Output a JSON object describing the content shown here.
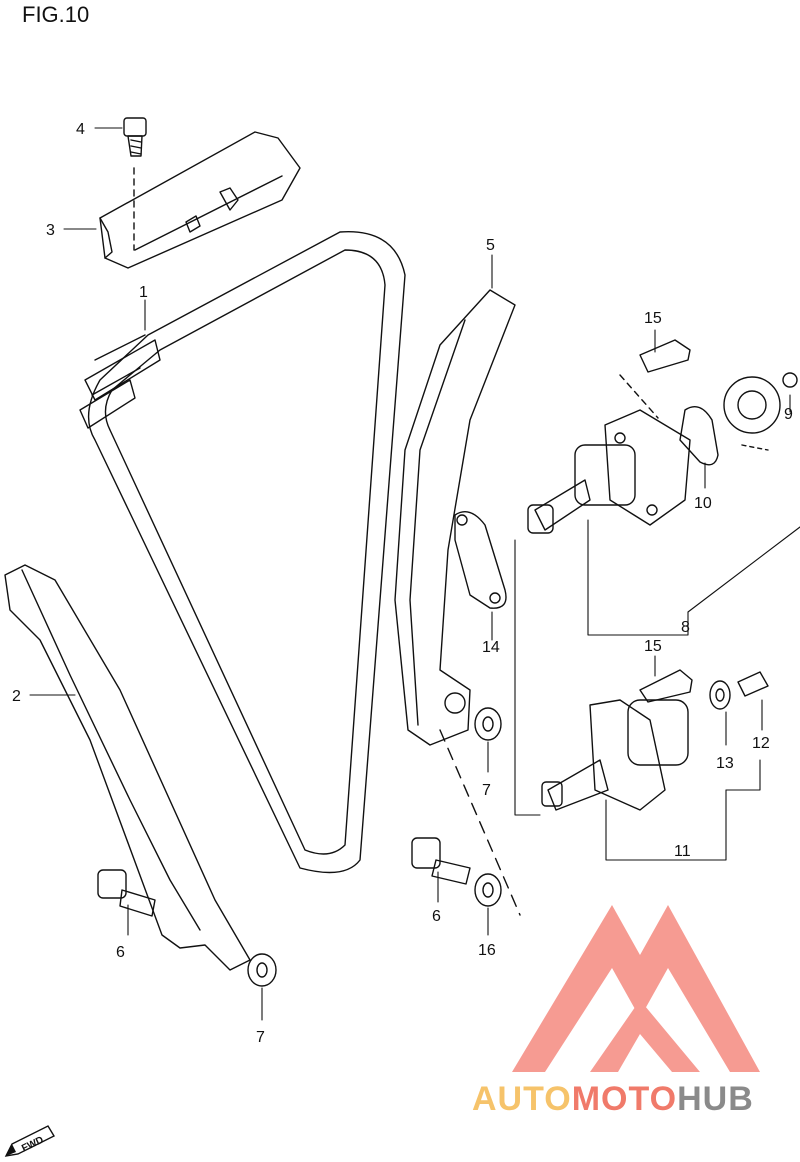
{
  "figure": {
    "title": "FIG.10"
  },
  "callouts": [
    {
      "id": "c4",
      "label": "4"
    },
    {
      "id": "c3",
      "label": "3"
    },
    {
      "id": "c1",
      "label": "1"
    },
    {
      "id": "c5",
      "label": "5"
    },
    {
      "id": "c15a",
      "label": "15"
    },
    {
      "id": "c9",
      "label": "9"
    },
    {
      "id": "c10",
      "label": "10"
    },
    {
      "id": "c14",
      "label": "14"
    },
    {
      "id": "c8",
      "label": "8"
    },
    {
      "id": "c2",
      "label": "2"
    },
    {
      "id": "c15b",
      "label": "15"
    },
    {
      "id": "c12",
      "label": "12"
    },
    {
      "id": "c13",
      "label": "13"
    },
    {
      "id": "c7a",
      "label": "7"
    },
    {
      "id": "c11",
      "label": "11"
    },
    {
      "id": "c6a",
      "label": "6"
    },
    {
      "id": "c16",
      "label": "16"
    },
    {
      "id": "c6b",
      "label": "6"
    },
    {
      "id": "c7b",
      "label": "7"
    }
  ],
  "watermark": {
    "part1": "AUTO",
    "part2": "MOTO",
    "part3": "HUB"
  },
  "direction_badge": {
    "label": "FWD"
  },
  "colors": {
    "line": "#111111",
    "wm_red": "#f58a80",
    "wm_orange": "#f6c36a",
    "wm_gray": "#8a8a8a"
  }
}
